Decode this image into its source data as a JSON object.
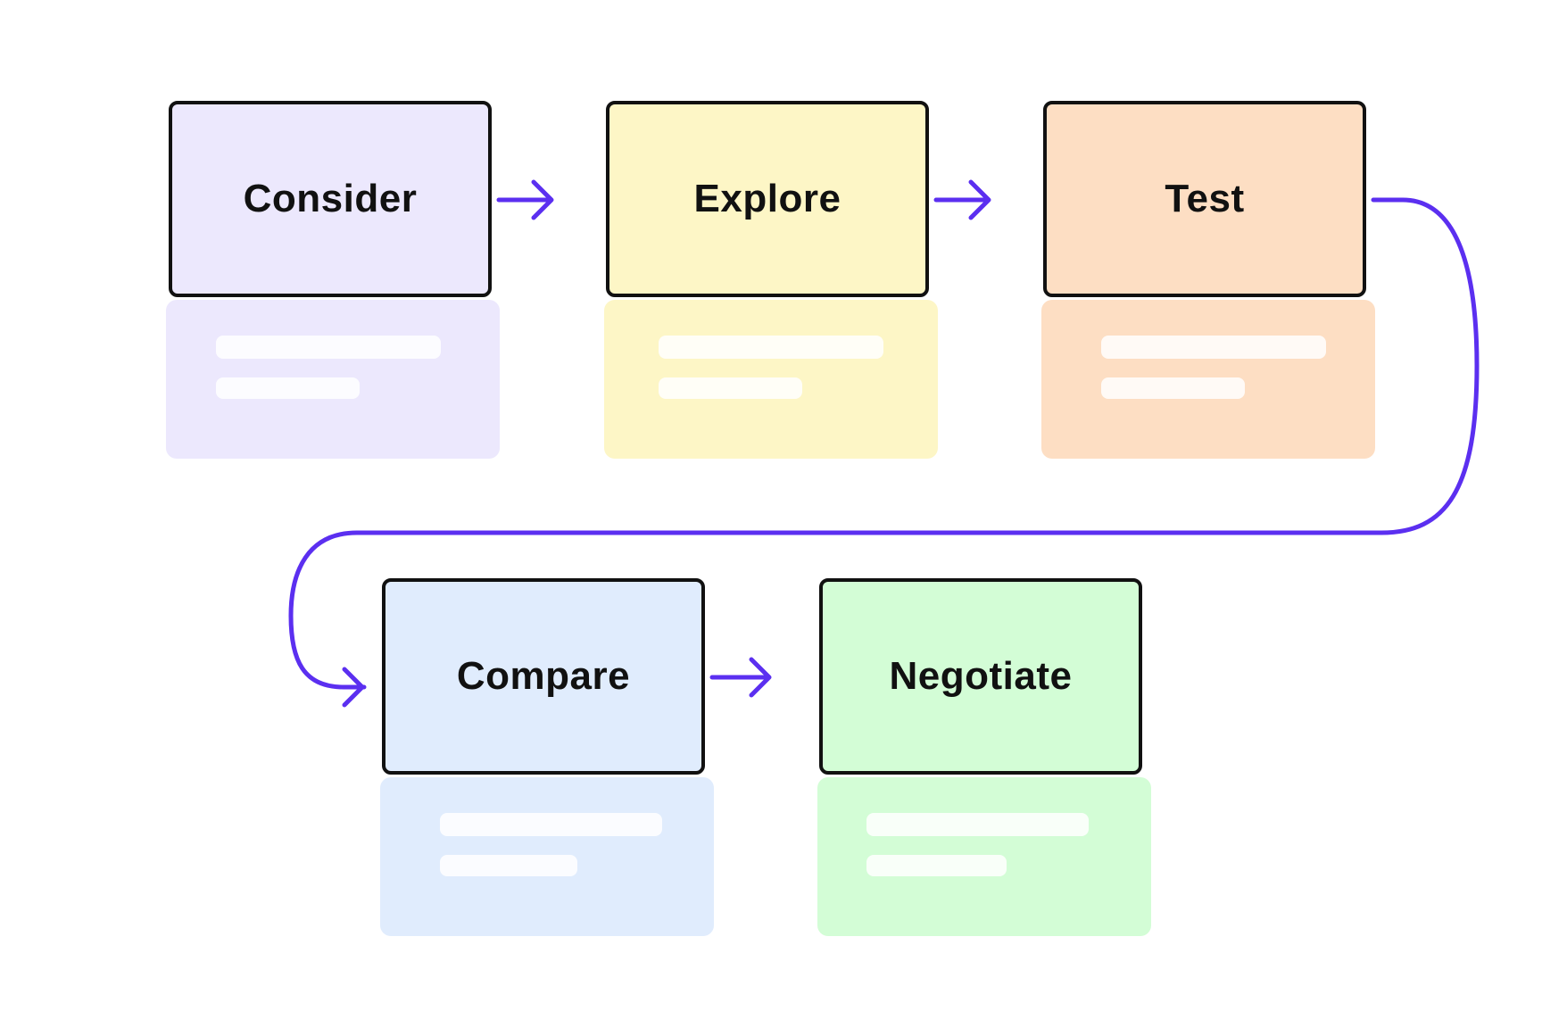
{
  "diagram": {
    "accent_color": "#5b2ff0",
    "stages": [
      {
        "id": "consider",
        "label": "Consider",
        "color": "#ece8fd"
      },
      {
        "id": "explore",
        "label": "Explore",
        "color": "#fdf6c6"
      },
      {
        "id": "test",
        "label": "Test",
        "color": "#fddec3"
      },
      {
        "id": "compare",
        "label": "Compare",
        "color": "#e0ecfd"
      },
      {
        "id": "negotiate",
        "label": "Negotiate",
        "color": "#d3fdd6"
      }
    ],
    "connections": [
      {
        "from": "consider",
        "to": "explore"
      },
      {
        "from": "explore",
        "to": "test"
      },
      {
        "from": "test",
        "to": "compare"
      },
      {
        "from": "compare",
        "to": "negotiate"
      }
    ]
  }
}
